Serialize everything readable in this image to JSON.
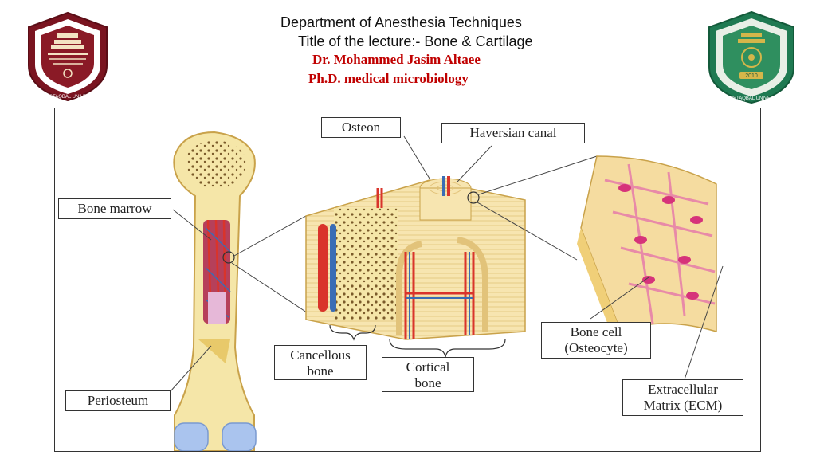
{
  "header": {
    "department": "Department of Anesthesia Techniques",
    "lecture_title": "Title of the lecture:- Bone  & Cartilage",
    "lecturer": "Dr. Mohammed Jasim Altaee",
    "qualification": "Ph.D. medical microbiology"
  },
  "logos": {
    "left": {
      "icon": "university-seal-icon",
      "text": "AL-MUSTAQBAL UNIVERSITY"
    },
    "right": {
      "icon": "university-seal-icon",
      "text": "AL-MUSTAQBAL UNIVERSITY",
      "year": "2010"
    }
  },
  "diagram": {
    "labels": {
      "osteon": "Osteon",
      "haversian_canal": "Haversian canal",
      "bone_marrow": "Bone marrow",
      "cancellous_bone_1": "Cancellous",
      "cancellous_bone_2": "bone",
      "cortical_bone_1": "Cortical",
      "cortical_bone_2": "bone",
      "bone_cell_1": "Bone cell",
      "bone_cell_2": "(Osteocyte)",
      "periosteum": "Periosteum",
      "ecm_1": "Extracellular",
      "ecm_2": "Matrix (ECM)"
    },
    "colors": {
      "bone": "#f5e6a8",
      "bone_dark": "#e8c96a",
      "artery": "#d9342b",
      "vein": "#3a6db5",
      "cartilage": "#aac4ee",
      "osteocyte": "#d6337a",
      "header_red": "#c00000"
    }
  }
}
